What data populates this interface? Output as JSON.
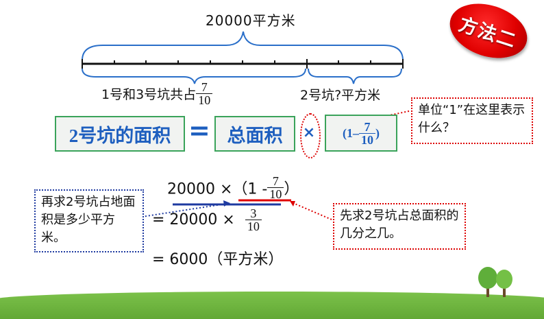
{
  "top_label": "20000平方米",
  "method_badge": "方法二",
  "segment_left": {
    "text": "1号和3号坑共占",
    "num": "7",
    "den": "10"
  },
  "segment_right": "2号坑?平方米",
  "equation": {
    "left_box": "2号坑的面积",
    "equals": "=",
    "middle_box": "总面积",
    "times": "×",
    "right_box": {
      "prefix": "(1",
      "minus": "–",
      "num": "7",
      "den": "10",
      "suffix": ")"
    }
  },
  "callout_unit": "单位“1”在这里表示什么？",
  "callout_left": "再求2号坑占地面积是多少平方米。",
  "callout_right": "先求2号坑占总面积的几分之几。",
  "calculation": {
    "line1": {
      "prefix": "20000 ×（1 -",
      "num": "7",
      "den": "10",
      "suffix": "）"
    },
    "line2": {
      "prefix": "= 20000 ×",
      "num": "3",
      "den": "10"
    },
    "line3": "= 6000（平方米）"
  },
  "colors": {
    "accent_blue": "#1e5fbf",
    "accent_red": "#d00000",
    "box_border": "#3aa35a"
  }
}
